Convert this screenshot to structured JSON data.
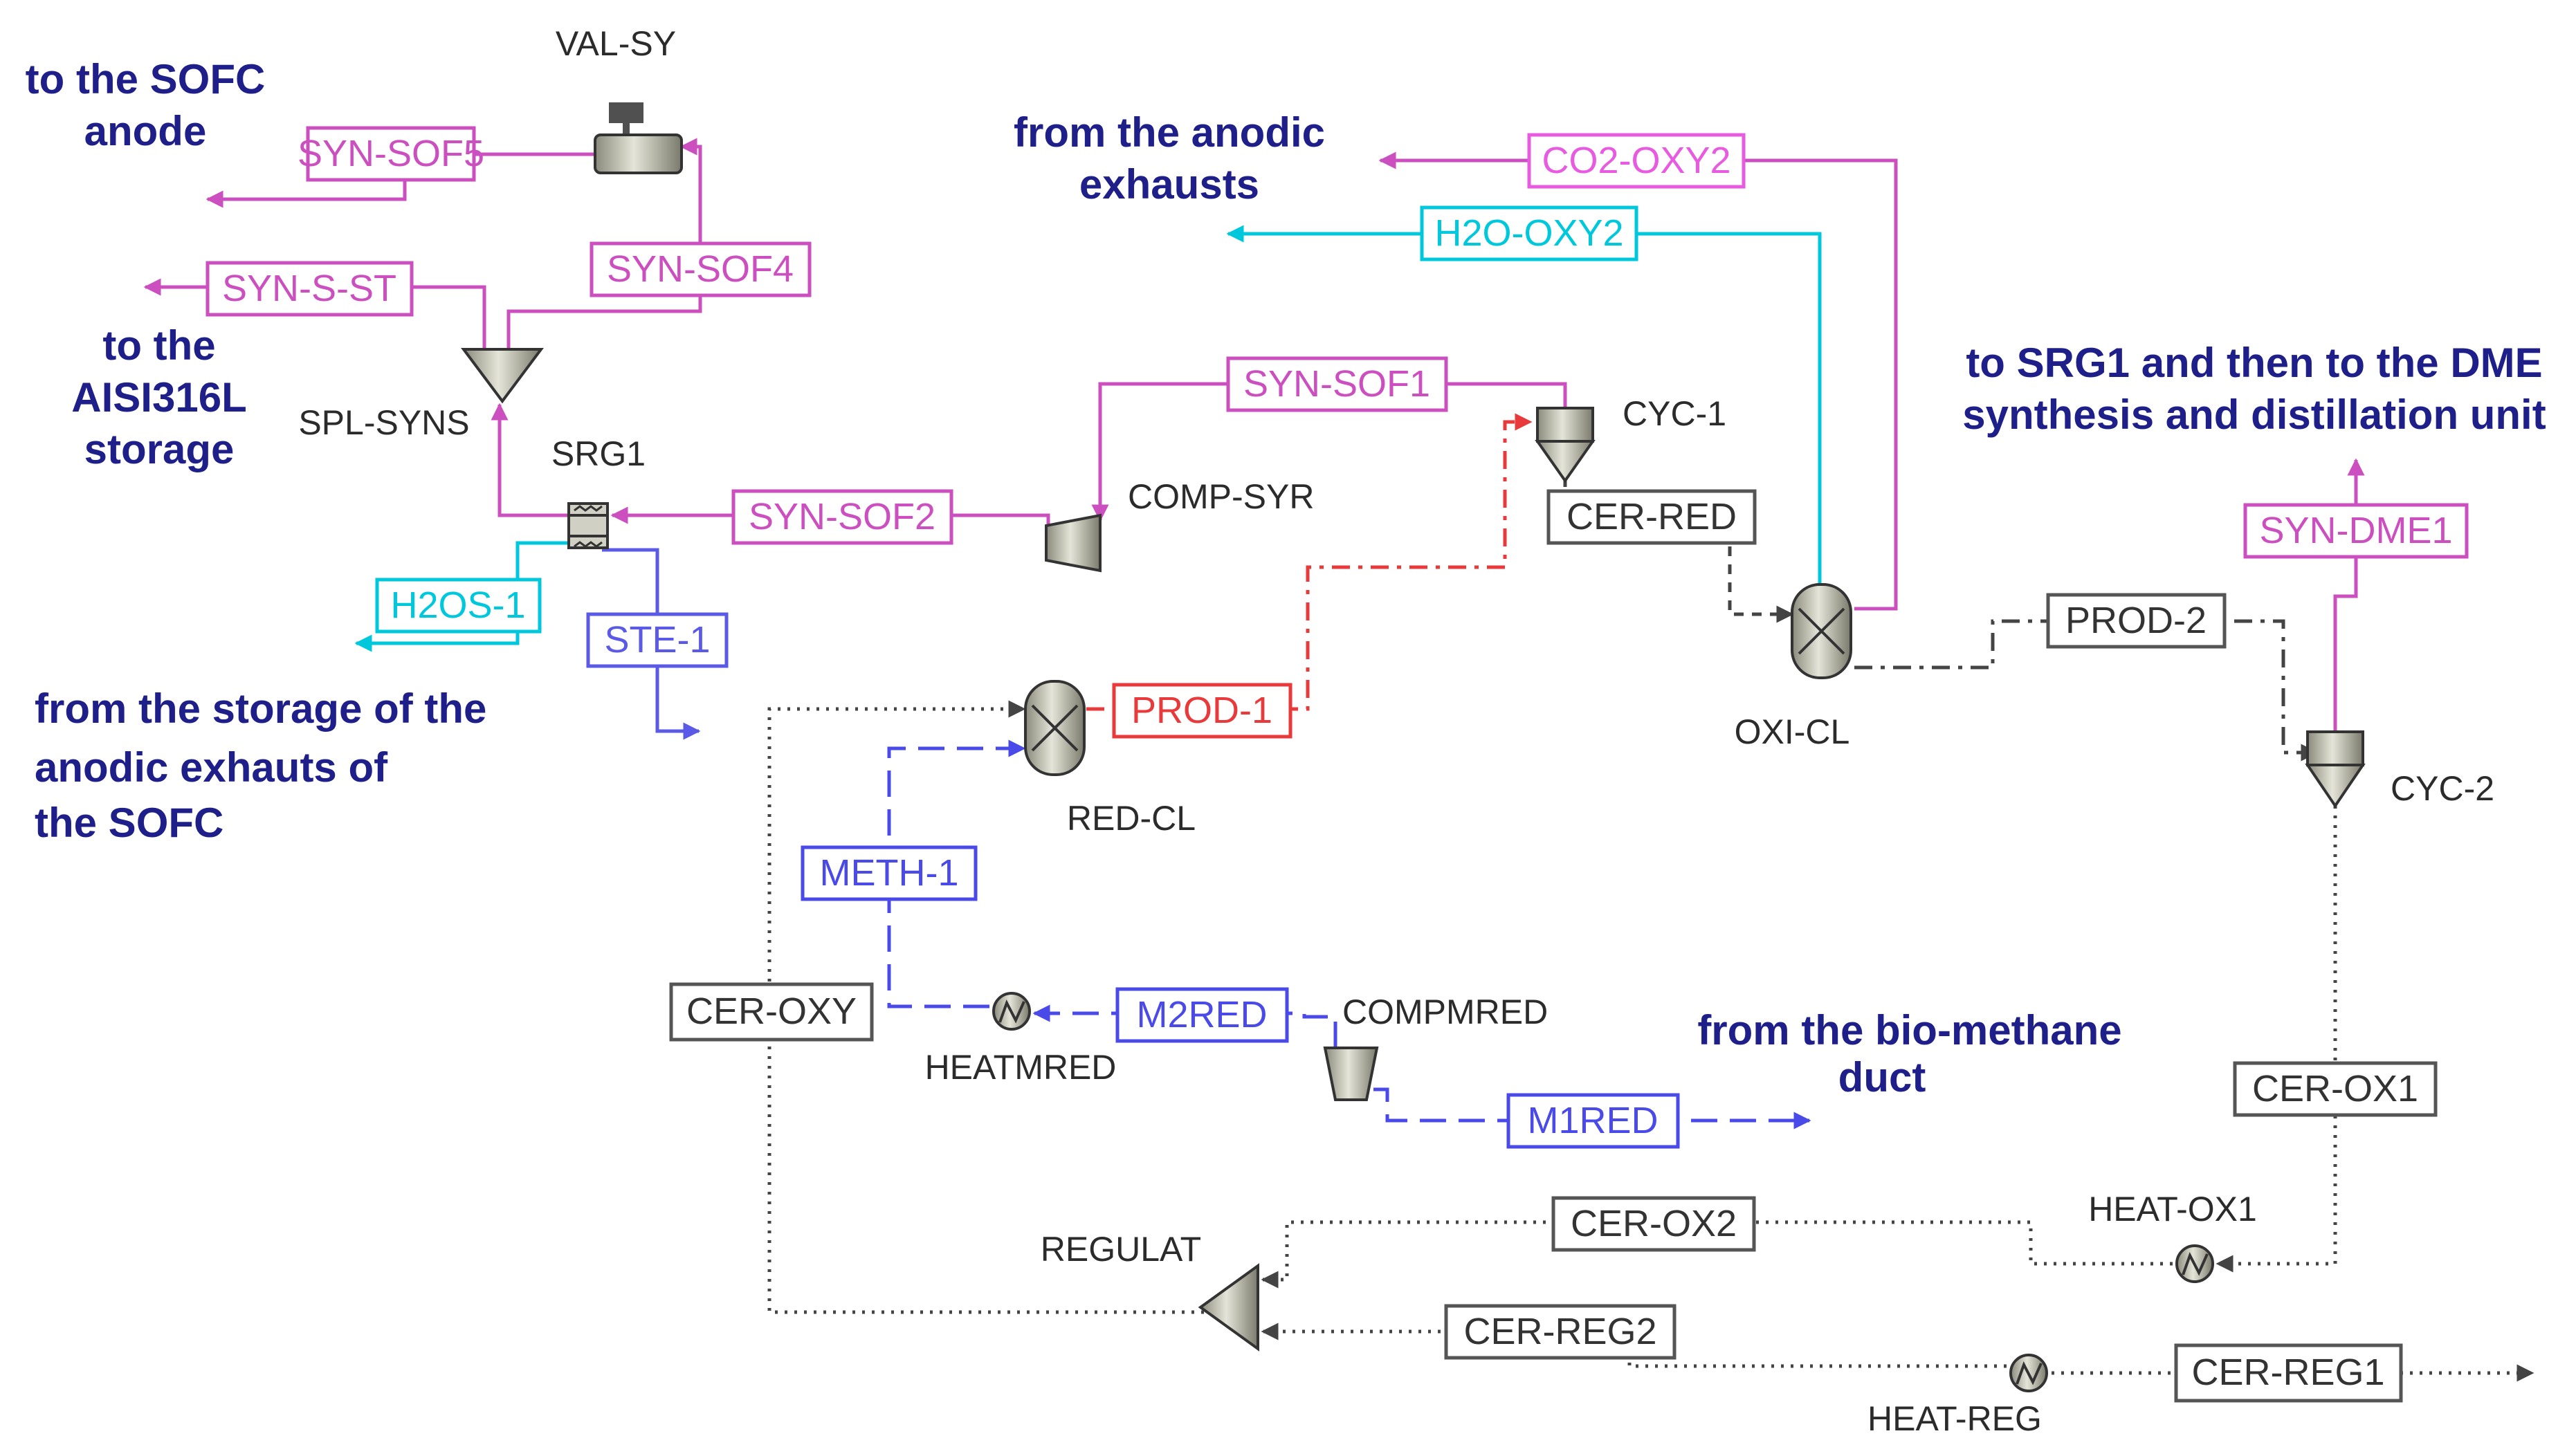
{
  "colors": {
    "syngas": "#cc4fc0",
    "water": "#00c8dc",
    "steam": "#5a5ae6",
    "methane": "#4a4ae8",
    "product_red": "#e83a3a",
    "solid": "#555555",
    "annotation": "#1f1f8a",
    "equipment_fill": "#c8c8b8"
  },
  "annotations": {
    "sofc_anode": [
      "to the SOFC",
      "anode"
    ],
    "aisi_storage": [
      "to the",
      "AISI316L",
      "storage"
    ],
    "anodic_exhausts": [
      "from the anodic",
      "exhausts"
    ],
    "srg1_dme": [
      "to SRG1 and then to the DME",
      "synthesis and distillation unit"
    ],
    "storage_anodic": [
      "from the storage of the",
      "anodic exhauts of",
      "the SOFC"
    ],
    "bio_methane": [
      "from the bio-methane",
      "duct"
    ]
  },
  "blocks": {
    "val_sy": "VAL-SY",
    "spl_syns": "SPL-SYNS",
    "srg1": "SRG1",
    "comp_syr": "COMP-SYR",
    "cyc_1": "CYC-1",
    "oxi_cl": "OXI-CL",
    "red_cl": "RED-CL",
    "cyc_2": "CYC-2",
    "heatmred": "HEATMRED",
    "compmred": "COMPMRED",
    "heat_ox1": "HEAT-OX1",
    "regulat": "REGULAT",
    "heat_reg": "HEAT-REG"
  },
  "streams": {
    "syn_sof5": "SYN-SOF5",
    "syn_sof4": "SYN-SOF4",
    "syn_s_st": "SYN-S-ST",
    "syn_sof1": "SYN-SOF1",
    "syn_sof2": "SYN-SOF2",
    "h2os_1": "H2OS-1",
    "ste_1": "STE-1",
    "co2_oxy2": "CO2-OXY2",
    "h2o_oxy2": "H2O-OXY2",
    "cer_red": "CER-RED",
    "prod_1": "PROD-1",
    "prod_2": "PROD-2",
    "syn_dme1": "SYN-DME1",
    "meth_1": "METH-1",
    "cer_oxy": "CER-OXY",
    "m2red": "M2RED",
    "m1red": "M1RED",
    "cer_ox1": "CER-OX1",
    "cer_ox2": "CER-OX2",
    "cer_reg2": "CER-REG2",
    "cer_reg1": "CER-REG1"
  }
}
